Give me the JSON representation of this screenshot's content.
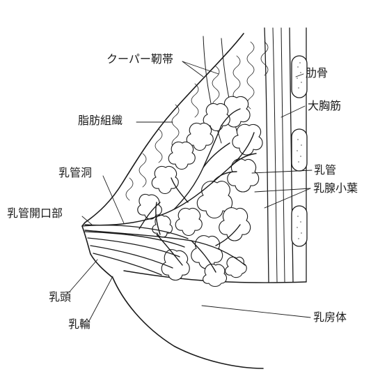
{
  "labels": {
    "cooper": "クーパー靭帯",
    "fat": "脂肪組織",
    "sinus": "乳管洞",
    "duct_opening": "乳管開口部",
    "nipple": "乳頭",
    "areola": "乳輪",
    "rib": "肋骨",
    "pectoralis": "大胸筋",
    "duct": "乳管",
    "lobule": "乳腺小葉",
    "body": "乳房体"
  },
  "colors": {
    "line": "#1a1a1a",
    "fill": "#ffffff",
    "dot": "#777777"
  }
}
